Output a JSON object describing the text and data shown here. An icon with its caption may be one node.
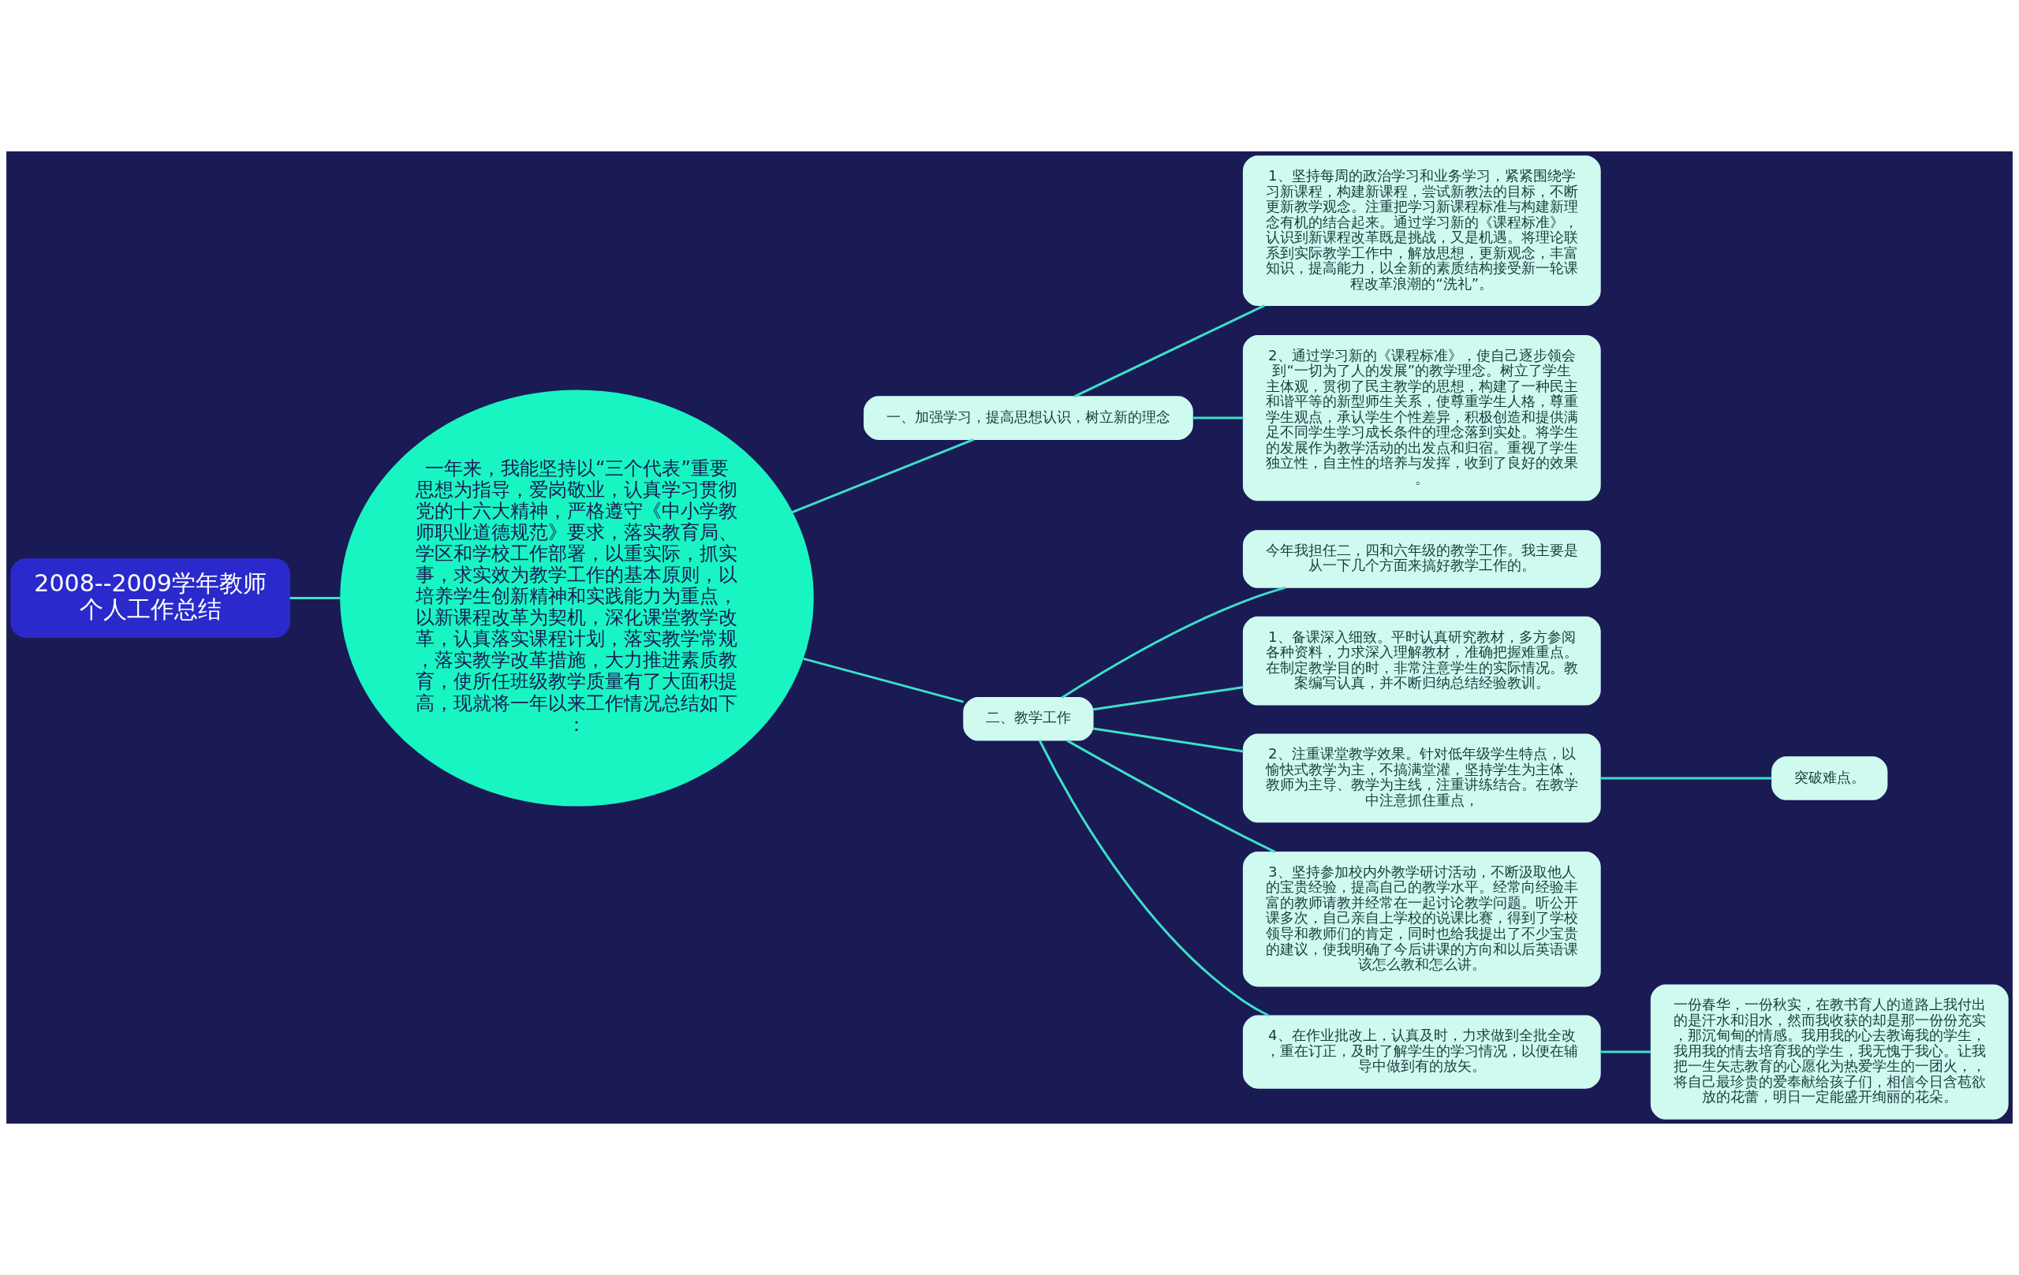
{
  "diagram": {
    "nodes": [
      {
        "text": [
          "2008--2009学年教师个人工作总结"
        ]
      },
      {
        "text": [
          "一年来，我能坚持以“三个代表”重要思想为指导，爱岗敬业，认真学习贯彻党的十六大精神，严格遵守《中小学教师职业道德规范》要求，落实教育局、学区和学校工作部署，以重实际，抓实事，求实效为教学工作的基本原则，以培养学生创新精神和实践能力为重点，以新课程改革为契机，深化课堂教学改革，认真落实课程计划，落实教学常规，落实教学改革措施，大力推进素质教育，使所任班级教学质量有了大面积提高，现就将一年以来工作情况总结如下："
        ]
      },
      {
        "text": [
          "一、加强学习，提高思想认识，树立新的理念"
        ]
      },
      {
        "text": [
          "1、坚持每周的政治学习和业务学习，紧紧围绕学习新课程，构建新课程，尝试新教法的目标，不断更新教学观念。注重把学习新课程标准与构建新理念有机的结合起来。通过学习新的《课程标准》，认识到新课程改革既是挑战，又是机遇。将理论联系到实际教学工作中，解放思想，更新观念，丰富知识，提高能力，以全新的素质结构接受新一轮课程改革浪潮的“洗礼”。"
        ]
      },
      {
        "text": [
          "2、通过学习新的《课程标准》，使自己逐步领会到“一切为了人的发展”的教学理念。树立了学生主体观，贯彻了民主教学的思想，构建了一种民主和谐平等的新型师生关系，使尊重学生人格，尊重学生观点，承认学生个性差异，积极创造和提供满足不同学生学习成长条件的理念落到实处。将学生的发展作为教学活动的出发点和归宿。重视了学生独立性，自主性的培养与发挥，收到了良好的效果。"
        ]
      },
      {
        "text": [
          "二、教学工作"
        ]
      },
      {
        "text": [
          "今年我担任二，四和六年级的教学工作。我主要是从一下几个方面来搞好教学工作的。"
        ]
      },
      {
        "text": [
          "1、备课深入细致。平时认真研究教材，多方参阅各种资料，力求深入理解教材，准确把握难重点。在制定教学目的时，非常注意学生的实际情况。教案编写认真，并不断归纳总结经验教训。"
        ]
      },
      {
        "text": [
          "2、注重课堂教学效果。针对低年级学生特点，以愉快式教学为主，不搞满堂灌，坚持学生为主体，教师为主导、教学为主线，注重讲练结合。在教学中注意抓住重点，"
        ]
      },
      {
        "text": [
          "突破难点。"
        ]
      },
      {
        "text": [
          "3、坚持参加校内外教学研讨活动，不断汲取他人的宝贵经验，提高自己的教学水平。经常向经验丰富的教师请教并经常在一起讨论教学问题。听公开课多次，自己亲自上学校的说课比赛，得到了学校领导和教师们的肯定，同时也给我提出了不少宝贵的建议，使我明确了今后讲课的方向和以后英语课该怎么教和怎么讲。"
        ]
      },
      {
        "text": [
          "4、在作业批改上，认真及时，力求做到全批全改，重在订正，及时了解学生的学习情况，以便在辅导中做到有的放矢。"
        ]
      },
      {
        "text": [
          "一份春华，一份秋实，在教书育人的道路上我付出的是汗水和泪水，然而我收获的却是那一份份充实，那沉甸甸的情感。我用我的心去教诲我的学生，我用我的情去培育我的学生，我无愧于我心。让我把一生矢志教育的心愿化为热爱学生的一团火，，将自己最珍贵的爱奉献给孩子们，相信今日含苞欲放的花蕾，明日一定能盛开绚丽的花朵。"
        ]
      }
    ],
    "edges": [
      {
        "from": 0,
        "to": 1,
        "arrow": "none"
      },
      {
        "from": 1,
        "to": 2,
        "arrow": "none"
      },
      {
        "from": 2,
        "to": 3,
        "arrow": "none"
      },
      {
        "from": 2,
        "to": 4,
        "arrow": "none"
      },
      {
        "from": 1,
        "to": 5,
        "arrow": "none"
      },
      {
        "from": 5,
        "to": 6,
        "arrow": "none"
      },
      {
        "from": 5,
        "to": 7,
        "arrow": "none"
      },
      {
        "from": 5,
        "to": 8,
        "arrow": "none"
      },
      {
        "from": 8,
        "to": 9,
        "arrow": "none"
      },
      {
        "from": 5,
        "to": 10,
        "arrow": "none"
      },
      {
        "from": 5,
        "to": 11,
        "arrow": "none"
      },
      {
        "from": 11,
        "to": 12,
        "arrow": "none"
      }
    ]
  }
}
